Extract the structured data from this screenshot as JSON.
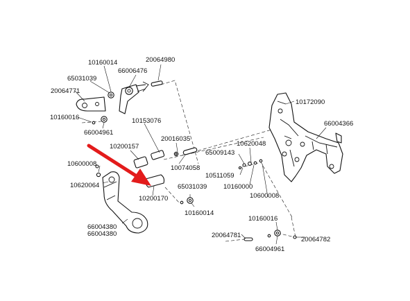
{
  "colors": {
    "arrow": "#e31b1b",
    "line": "#111111",
    "background": "#ffffff"
  },
  "callouts": [
    {
      "id": "c1",
      "text": "10160014"
    },
    {
      "id": "c2",
      "text": "20064980"
    },
    {
      "id": "c3",
      "text": "65031039"
    },
    {
      "id": "c4",
      "text": "66006476"
    },
    {
      "id": "c5",
      "text": "20064771"
    },
    {
      "id": "c6",
      "text": "10160016"
    },
    {
      "id": "c7",
      "text": "66004961"
    },
    {
      "id": "c8",
      "text": "10153076"
    },
    {
      "id": "c9",
      "text": "10172090"
    },
    {
      "id": "c10",
      "text": "66004366"
    },
    {
      "id": "c11",
      "text": "10200157"
    },
    {
      "id": "c12",
      "text": "20016035"
    },
    {
      "id": "c13",
      "text": "10620048"
    },
    {
      "id": "c14",
      "text": "65009143"
    },
    {
      "id": "c15",
      "text": "10600008"
    },
    {
      "id": "c16",
      "text": "10074058"
    },
    {
      "id": "c17",
      "text": "10511059"
    },
    {
      "id": "c18",
      "text": "10620064"
    },
    {
      "id": "c19",
      "text": "65031039"
    },
    {
      "id": "c20",
      "text": "10160000"
    },
    {
      "id": "c21",
      "text": "10600008"
    },
    {
      "id": "c22",
      "text": "10200170"
    },
    {
      "id": "c23",
      "text": "10160014"
    },
    {
      "id": "c24",
      "text": "66004380"
    },
    {
      "id": "c25",
      "text": "66004380"
    },
    {
      "id": "c26",
      "text": "10160016"
    },
    {
      "id": "c27",
      "text": "20064781"
    },
    {
      "id": "c28",
      "text": "20064782"
    },
    {
      "id": "c29",
      "text": "66004961"
    }
  ]
}
